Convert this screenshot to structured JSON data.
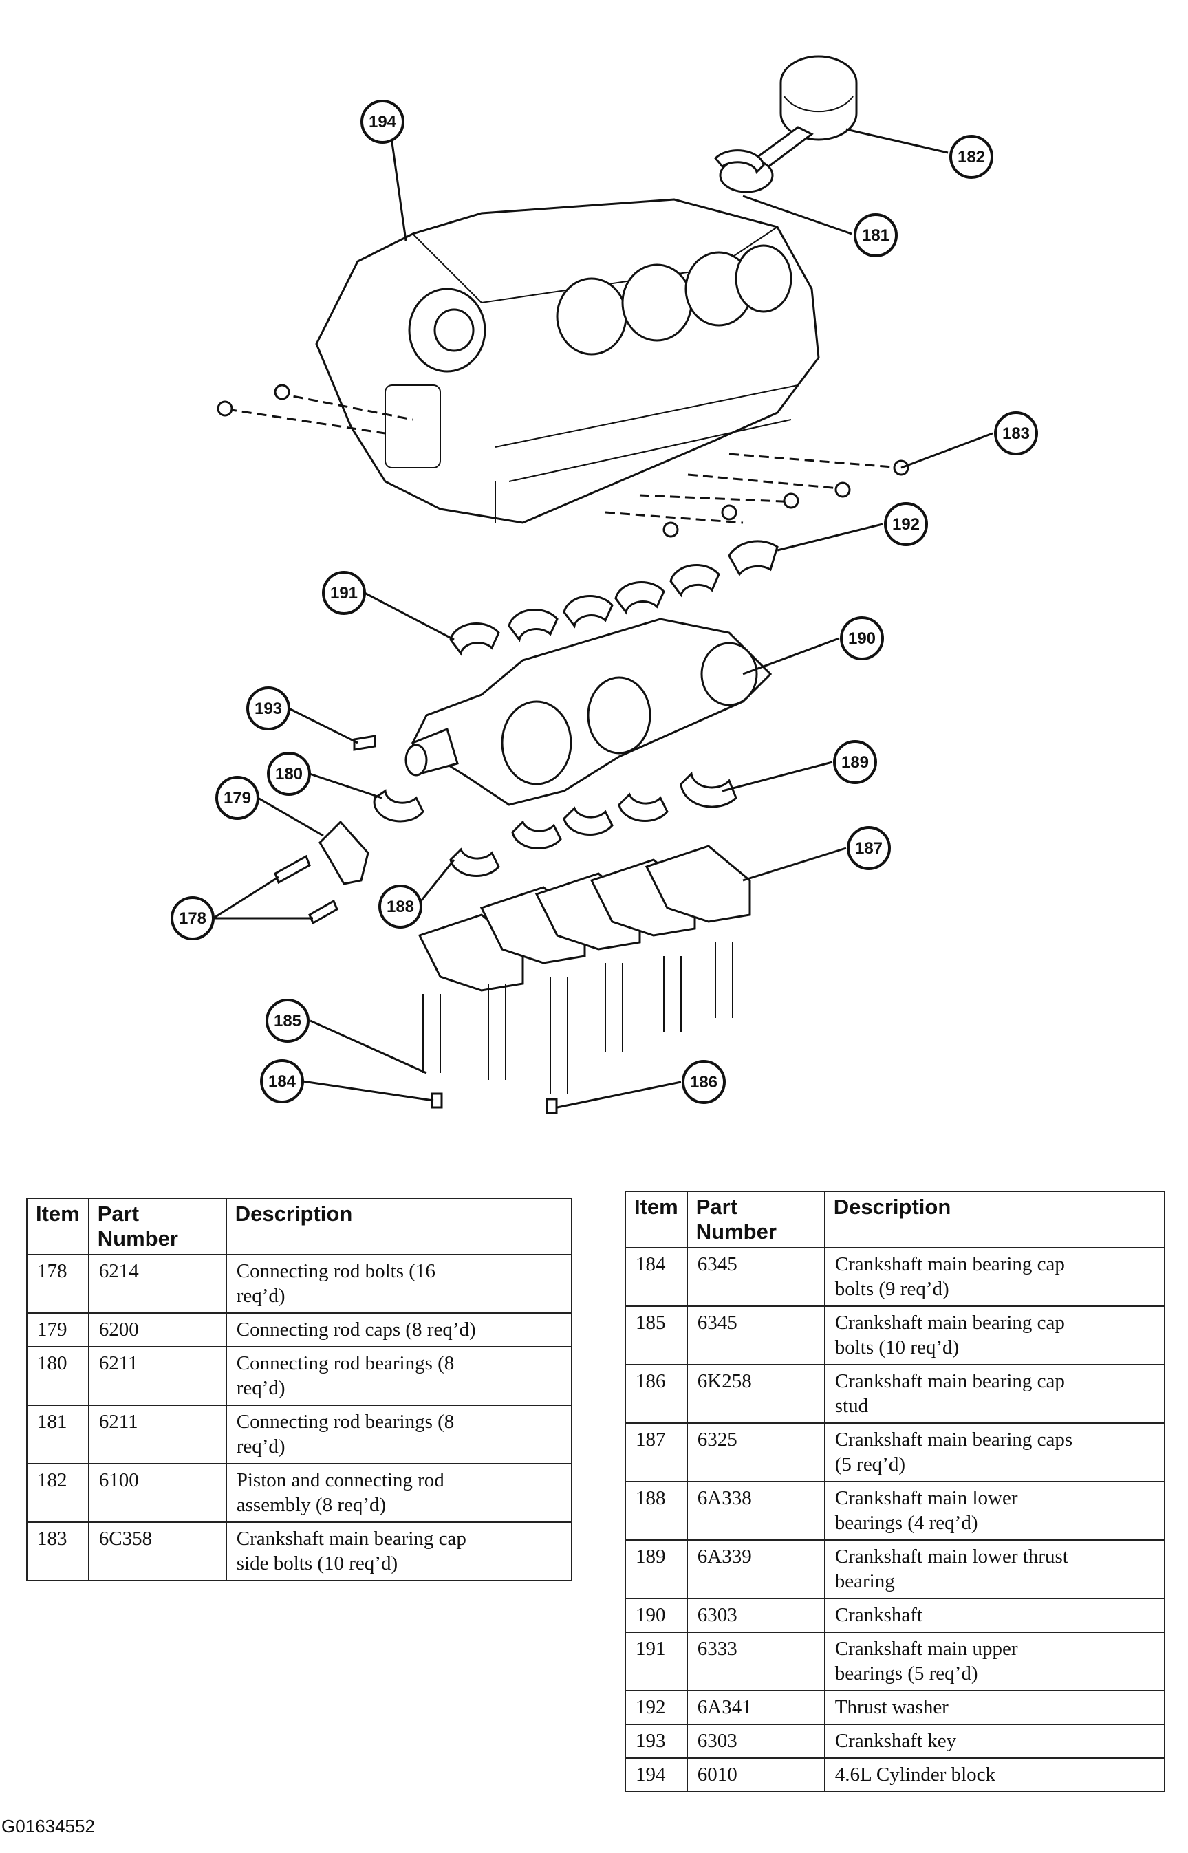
{
  "callouts": [
    "194",
    "182",
    "181",
    "183",
    "192",
    "191",
    "190",
    "193",
    "180",
    "189",
    "179",
    "187",
    "178",
    "188",
    "185",
    "184",
    "186"
  ],
  "table_headers": {
    "item": "Item",
    "part_number": "Part Number",
    "description": "Description"
  },
  "table_left": [
    {
      "item": "178",
      "part": "6214",
      "desc_lines": [
        "Connecting rod bolts (16",
        "req’d)"
      ]
    },
    {
      "item": "179",
      "part": "6200",
      "desc_lines": [
        "Connecting rod caps (8 req’d)"
      ]
    },
    {
      "item": "180",
      "part": "6211",
      "desc_lines": [
        "Connecting rod bearings (8",
        "req’d)"
      ]
    },
    {
      "item": "181",
      "part": "6211",
      "desc_lines": [
        "Connecting rod bearings (8",
        "req’d)"
      ]
    },
    {
      "item": "182",
      "part": "6100",
      "desc_lines": [
        "Piston and connecting rod",
        "assembly (8 req’d)"
      ]
    },
    {
      "item": "183",
      "part": "6C358",
      "desc_lines": [
        "Crankshaft main bearing cap",
        "side bolts (10 req’d)"
      ]
    }
  ],
  "table_right": [
    {
      "item": "184",
      "part": "6345",
      "desc_lines": [
        "Crankshaft main bearing cap",
        "bolts (9 req’d)"
      ]
    },
    {
      "item": "185",
      "part": "6345",
      "desc_lines": [
        "Crankshaft main bearing cap",
        "bolts (10 req’d)"
      ]
    },
    {
      "item": "186",
      "part": "6K258",
      "desc_lines": [
        "Crankshaft main bearing cap",
        "stud"
      ]
    },
    {
      "item": "187",
      "part": "6325",
      "desc_lines": [
        "Crankshaft main bearing caps",
        "(5 req’d)"
      ]
    },
    {
      "item": "188",
      "part": "6A338",
      "desc_lines": [
        "Crankshaft main lower",
        "bearings (4 req’d)"
      ]
    },
    {
      "item": "189",
      "part": "6A339",
      "desc_lines": [
        "Crankshaft main lower thrust",
        "bearing"
      ]
    },
    {
      "item": "190",
      "part": "6303",
      "desc_lines": [
        "Crankshaft"
      ]
    },
    {
      "item": "191",
      "part": "6333",
      "desc_lines": [
        "Crankshaft main upper",
        "bearings (5 req’d)"
      ]
    },
    {
      "item": "192",
      "part": "6A341",
      "desc_lines": [
        "Thrust washer"
      ]
    },
    {
      "item": "193",
      "part": "6303",
      "desc_lines": [
        "Crankshaft key"
      ]
    },
    {
      "item": "194",
      "part": "6010",
      "desc_lines": [
        "4.6L Cylinder block"
      ]
    }
  ],
  "figure_id": "G01634552"
}
